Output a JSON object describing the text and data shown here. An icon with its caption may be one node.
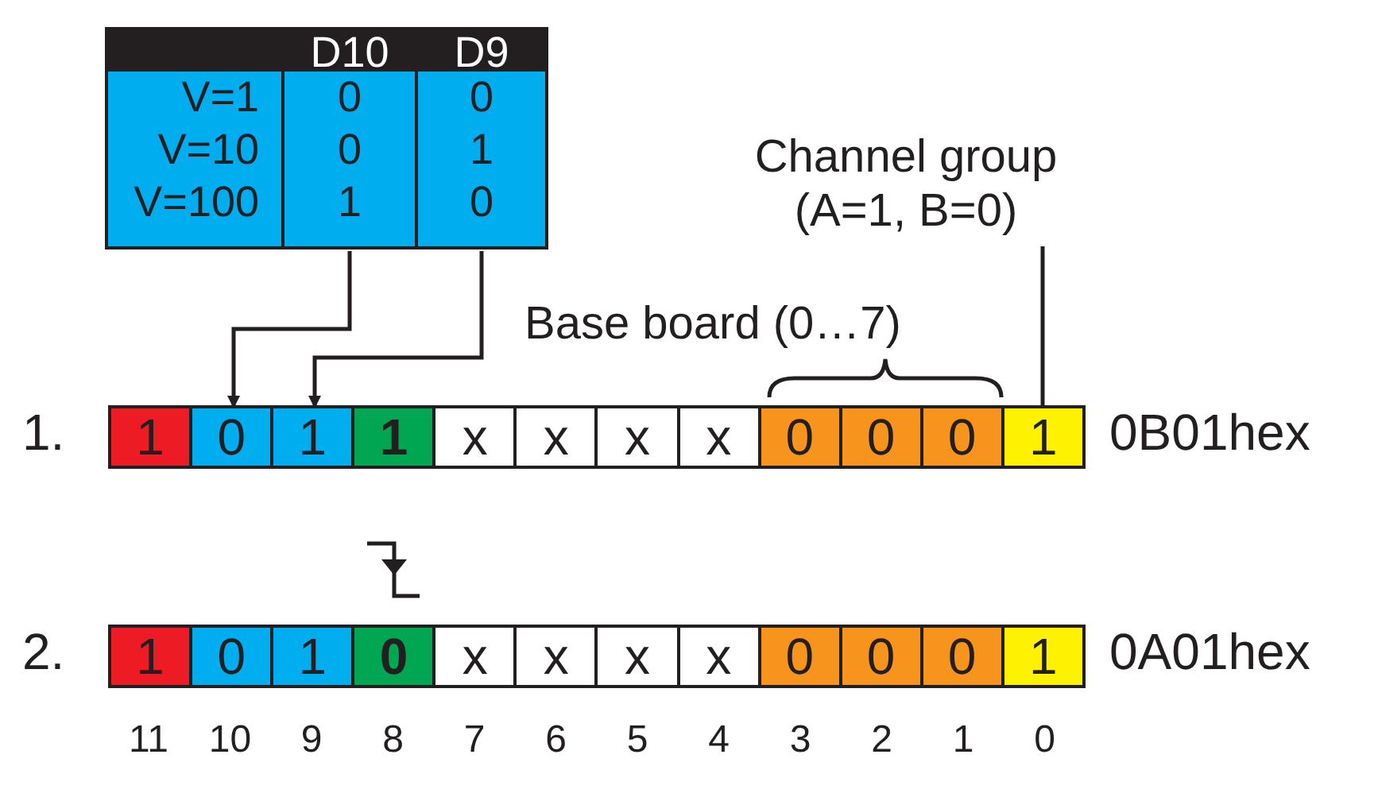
{
  "diagram": {
    "nodes": [
      {
        "text": [
          "D10",
          "0",
          "0",
          "1"
        ]
      },
      {
        "text": [
          "D9",
          "0",
          "1",
          "0"
        ]
      },
      {
        "text": [],
        "shape": "bar",
        "beside": [
          "1.",
          "0B01hex"
        ]
      },
      {
        "text": [
          "1"
        ],
        "in": 2
      },
      {
        "text": [
          "0"
        ],
        "in": 2
      },
      {
        "text": [
          "1"
        ],
        "in": 2
      },
      {
        "text": [
          "1"
        ],
        "in": 2
      },
      {
        "text": [
          "x"
        ],
        "in": 2
      },
      {
        "text": [
          "x"
        ],
        "in": 2
      },
      {
        "text": [
          "x"
        ],
        "in": 2
      },
      {
        "text": [
          "x"
        ],
        "in": 2
      },
      {
        "text": [
          "0"
        ],
        "in": 2
      },
      {
        "text": [
          "0"
        ],
        "in": 2
      },
      {
        "text": [
          "0"
        ],
        "in": 2
      },
      {
        "text": [
          "1"
        ],
        "in": 2
      },
      {
        "text": [],
        "shape": "bar",
        "beside": [
          "2.",
          "0A01hex"
        ]
      },
      {
        "text": [
          "1"
        ],
        "in": 15
      },
      {
        "text": [
          "0"
        ],
        "in": 15
      },
      {
        "text": [
          "1"
        ],
        "in": 15
      },
      {
        "text": [
          "0"
        ],
        "in": 15
      },
      {
        "text": [
          "x"
        ],
        "in": 15
      },
      {
        "text": [
          "x"
        ],
        "in": 15
      },
      {
        "text": [
          "x"
        ],
        "in": 15
      },
      {
        "text": [
          "x"
        ],
        "in": 15
      },
      {
        "text": [
          "0"
        ],
        "in": 15
      },
      {
        "text": [
          "0"
        ],
        "in": 15
      },
      {
        "text": [
          "0"
        ],
        "in": 15
      },
      {
        "text": [
          "1"
        ],
        "in": 15
      },
      {
        "text": [
          "Channel group (A=1, B=0)"
        ]
      }
    ],
    "edges": [
      {
        "from": 0,
        "to": 4,
        "arrow": "to"
      },
      {
        "from": 1,
        "to": 5,
        "arrow": "to"
      },
      {
        "from": 28,
        "to": 14,
        "arrow": "none"
      }
    ],
    "labels": [
      "V=1",
      "V=10",
      "V=100",
      "Base board (0…7)",
      "11",
      "10",
      "9",
      "8",
      "7",
      "6",
      "5",
      "4",
      "3",
      "2",
      "1",
      "0"
    ]
  }
}
